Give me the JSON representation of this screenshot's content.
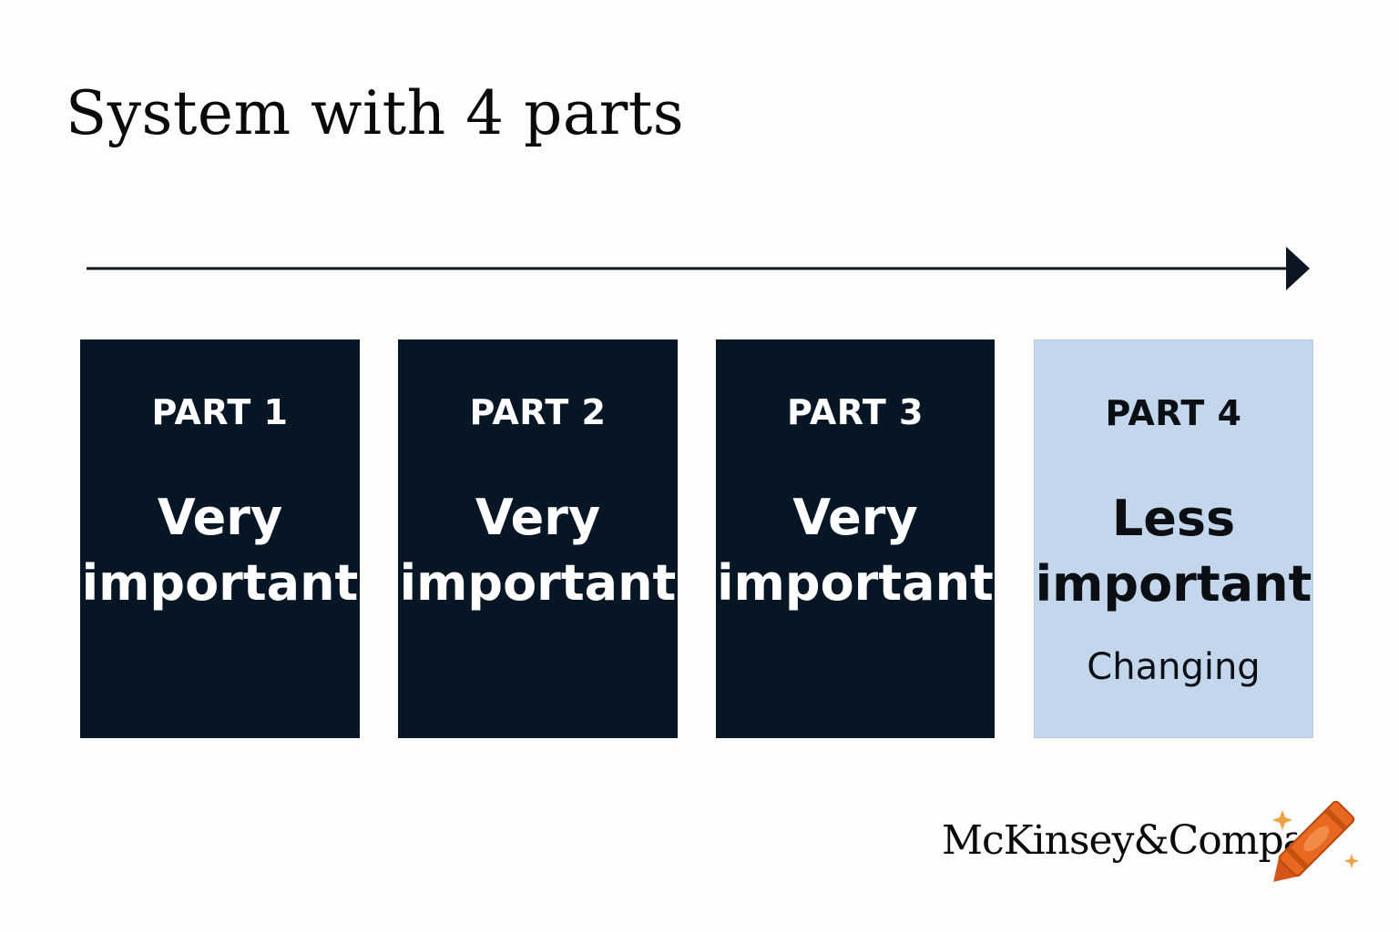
{
  "title": "System with 4 parts",
  "parts": [
    {
      "label": "PART 1",
      "value_line1": "Very",
      "value_line2": "important"
    },
    {
      "label": "PART 2",
      "value_line1": "Very",
      "value_line2": "important"
    },
    {
      "label": "PART 3",
      "value_line1": "Very",
      "value_line2": "important"
    },
    {
      "label": "PART 4",
      "value_line1": "Less",
      "value_line2": "important",
      "note": "Changing"
    }
  ],
  "logo": {
    "text": "McKinsey&Company"
  },
  "icons": [
    "right-arrow-icon",
    "crayon-icon",
    "sparkle-icon"
  ],
  "colors": {
    "dark_card": "#061624",
    "light_card": "#c4d6ec",
    "crayon": "#e8681f"
  }
}
